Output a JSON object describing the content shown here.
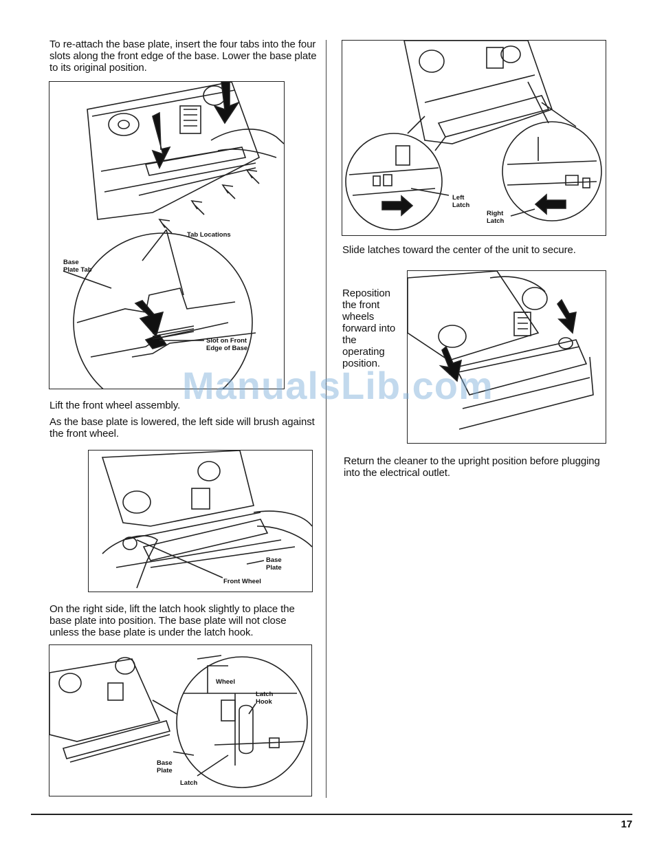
{
  "left": {
    "p1": "To re-attach the base plate, insert the four tabs into the four slots along the front edge of the base. Lower the base plate to its original position.",
    "fig1": {
      "tab_locations": "Tab Locations",
      "base_plate_tab_1": "Base",
      "base_plate_tab_2": "Plate Tab",
      "slot_1": "Slot on Front",
      "slot_2": "Edge of Base"
    },
    "p2": "Lift the front wheel assembly.",
    "p3": "As the base plate is lowered, the left side will brush against the front wheel.",
    "fig2": {
      "base_plate_1": "Base",
      "base_plate_2": "Plate",
      "front_wheel": "Front Wheel"
    },
    "p4": "On the right side, lift the latch hook slightly to place the base plate into position. The base plate will not close unless the base plate is under the latch hook.",
    "fig3": {
      "wheel": "Wheel",
      "latch_hook_1": "Latch",
      "latch_hook_2": "Hook",
      "base_plate_1": "Base",
      "base_plate_2": "Plate",
      "latch": "Latch"
    }
  },
  "right": {
    "fig4": {
      "left_latch_1": "Left",
      "left_latch_2": "Latch",
      "right_latch_1": "Right",
      "right_latch_2": "Latch"
    },
    "p5": "Slide latches toward the center of the unit to secure.",
    "p6": "Reposition the front wheels forward into the operating position.",
    "p7": "Return the cleaner to the upright position before plugging into the electrical outlet."
  },
  "watermark": "ManualsLib.com",
  "page_number": "17"
}
